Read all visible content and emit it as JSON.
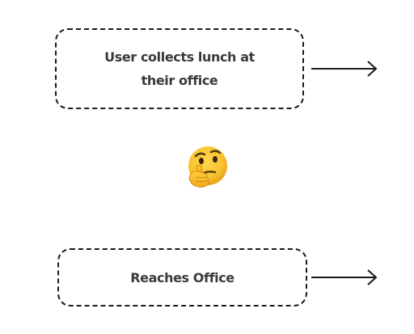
{
  "diagram": {
    "nodes": [
      {
        "id": "collect-lunch",
        "label": "User collects lunch at their office"
      },
      {
        "id": "reaches-office",
        "label": "Reaches Office"
      }
    ],
    "emoji": {
      "icon": "thinking-face-icon"
    },
    "colors": {
      "stroke": "#1a1a1a",
      "text": "#3a3a3a",
      "emoji_face": "#f7c12f",
      "emoji_outline": "#e89a1a"
    }
  }
}
